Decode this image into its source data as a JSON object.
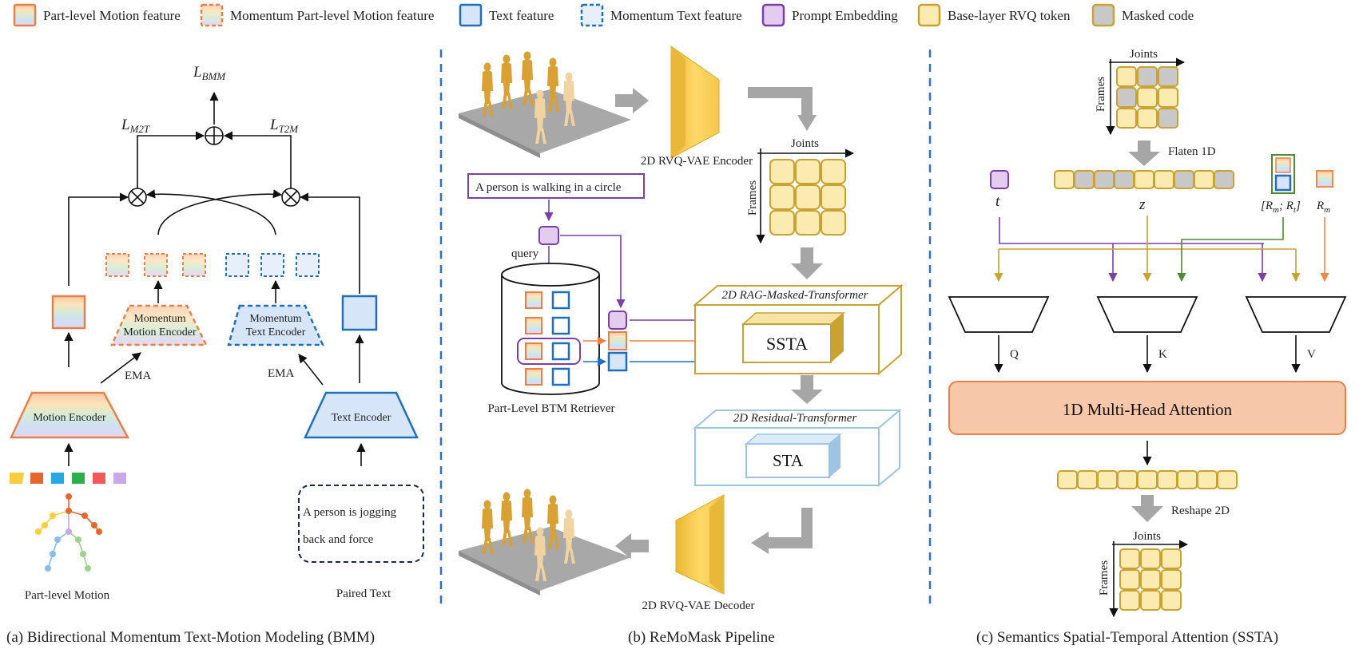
{
  "legend": [
    {
      "label": "Part-level Motion feature"
    },
    {
      "label": "Momentum Part-level Motion feature"
    },
    {
      "label": "Text feature"
    },
    {
      "label": "Momentum Text feature"
    },
    {
      "label": "Prompt Embedding"
    },
    {
      "label": "Base-layer RVQ token"
    },
    {
      "label": "Masked code"
    }
  ],
  "panel_a": {
    "loss_bmm": "L",
    "loss_bmm_sub": "BMM",
    "loss_m2t": "L",
    "loss_m2t_sub": "M2T",
    "loss_t2m": "L",
    "loss_t2m_sub": "T2M",
    "oplus": "⊕",
    "otimes": "⊗",
    "momentum_motion_encoder_1": "Momentum",
    "momentum_motion_encoder_2": "Motion Encoder",
    "momentum_text_encoder_1": "Momentum",
    "momentum_text_encoder_2": "Text Encoder",
    "ema": "EMA",
    "motion_encoder": "Motion Encoder",
    "text_encoder": "Text Encoder",
    "paired_text_line1": "A person is jogging",
    "paired_text_line2": "back and force",
    "part_level_motion": "Part-level Motion",
    "paired_text": "Paired Text",
    "caption": "(a) Bidirectional Momentum Text-Motion Modeling (BMM)"
  },
  "panel_b": {
    "encoder_label": "2D RVQ-VAE Encoder",
    "prompt": "A person is walking in a circle",
    "query": "query",
    "retriever": "Part-Level BTM Retriever",
    "joints": "Joints",
    "frames": "Frames",
    "rag_transformer": "2D RAG-Masked-Transformer",
    "ssta": "SSTA",
    "residual_transformer": "2D Residual-Transformer",
    "sta": "STA",
    "decoder_label": "2D RVQ-VAE Decoder",
    "caption": "(b) ReMoMask Pipeline"
  },
  "panel_c": {
    "joints_top": "Joints",
    "frames_top": "Frames",
    "flatten": "Flaten 1D",
    "t_label": "t",
    "z_label": "z",
    "rmrt_label": "[R",
    "rmrt_sub1": "m",
    "rmrt_mid": "; R",
    "rmrt_sub2": "t",
    "rmrt_end": "]",
    "rm_label": "R",
    "rm_sub": "m",
    "q": "Q",
    "k": "K",
    "v": "V",
    "attention": "1D Multi-Head Attention",
    "reshape": "Reshape 2D",
    "joints_bottom": "Joints",
    "frames_bottom": "Frames",
    "caption": "(c) Semantics Spatial-Temporal Attention (SSTA)"
  },
  "colors": {
    "motion_orange": "#E8804A",
    "text_blue": "#1F6FBF",
    "text_fill": "#D6E6F8",
    "prompt_purple": "#7B3FA8",
    "prompt_fill": "#E3CCF0",
    "token_gold": "#C9A232",
    "token_fill": "#FBEBB0",
    "masked_fill": "#C8C8C8",
    "attention_fill": "#F6C7A8",
    "arrow_gray": "#A6A6A6",
    "divider_blue": "#2F6FC4"
  }
}
